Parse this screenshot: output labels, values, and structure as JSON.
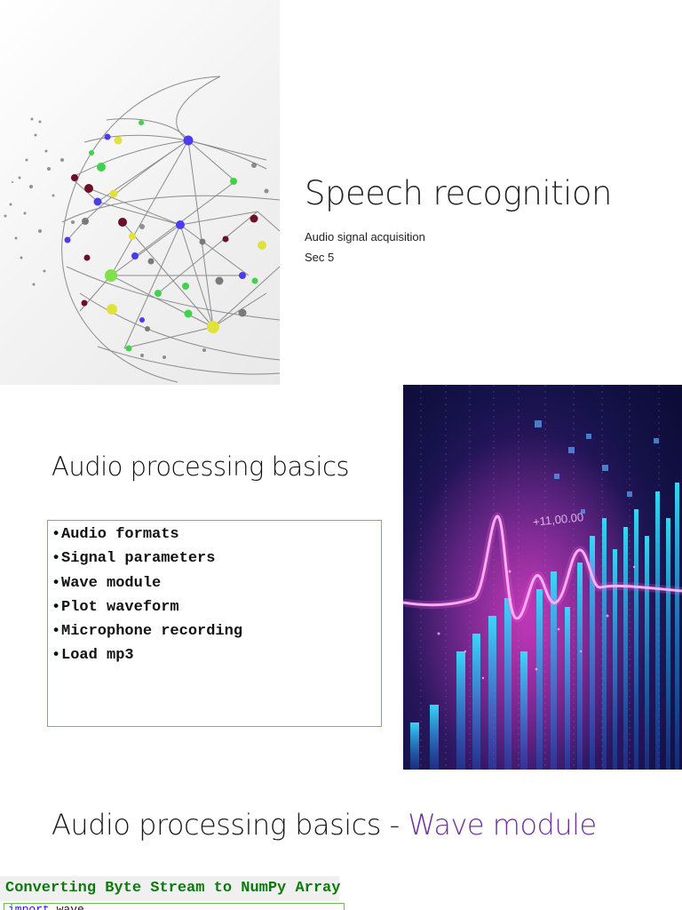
{
  "slide1": {
    "title": "Speech recognition",
    "subtitle": "Audio signal acquisition",
    "section": "Sec 5",
    "image_icon": "network-globe-illustration"
  },
  "slide2": {
    "title": "Audio processing basics",
    "bullet_marker": "•",
    "bullets": [
      "Audio formats",
      "Signal parameters",
      "Wave module",
      "Plot waveform",
      "Microphone recording",
      "Load mp3"
    ],
    "image_icon": "audio-waveform-illustration",
    "image_value": "+11,00.00"
  },
  "slide3": {
    "title_prefix": "Audio processing basics - ",
    "title_accent": "Wave module",
    "code_header": "Converting Byte Stream to NumPy Array",
    "code_keyword": "import",
    "code_rest": " wave"
  },
  "colors": {
    "accent_purple": "#7030a0",
    "border_green": "#6fbf4f",
    "code_header_green": "#0e7a0e",
    "keyword_blue": "#1c1cd6"
  }
}
